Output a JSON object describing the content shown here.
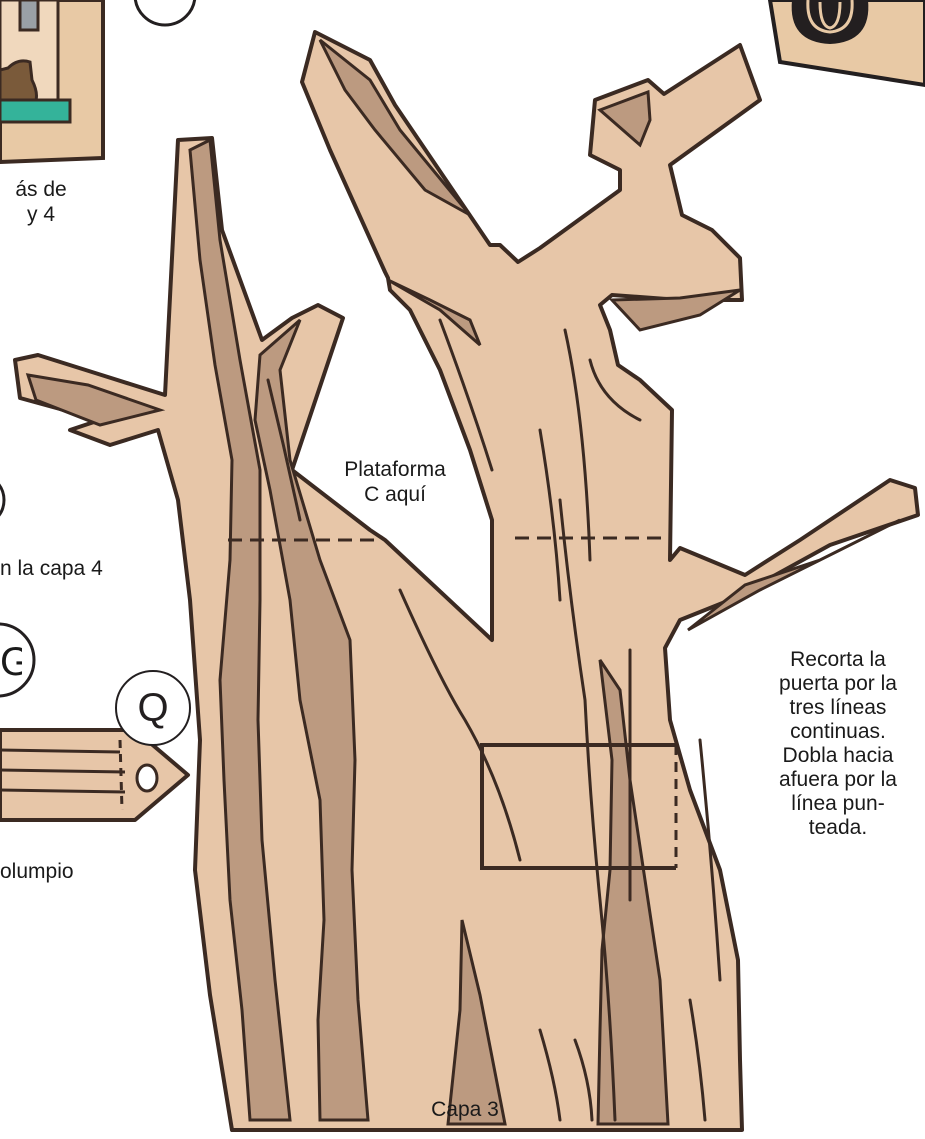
{
  "labels": {
    "top_left_line1": "ás de",
    "top_left_line2": "y 4",
    "platform_line1": "Plataforma",
    "platform_line2": "C aquí",
    "capa4": "n la capa 4",
    "swing": "olumpio",
    "layer": "Capa 3",
    "instructions": [
      "Recorta la",
      "puerta por la",
      "tres líneas",
      "continuas.",
      "Dobla hacia",
      "afuera por la",
      "línea pun-",
      "teada."
    ]
  },
  "markers": {
    "q": "Q",
    "g": "G"
  },
  "colors": {
    "trunk_light": "#e7c6a8",
    "trunk_dark": "#bc9a80",
    "outline": "#3b2a22",
    "card": "#e8c9a5",
    "teal": "#34b39a"
  }
}
